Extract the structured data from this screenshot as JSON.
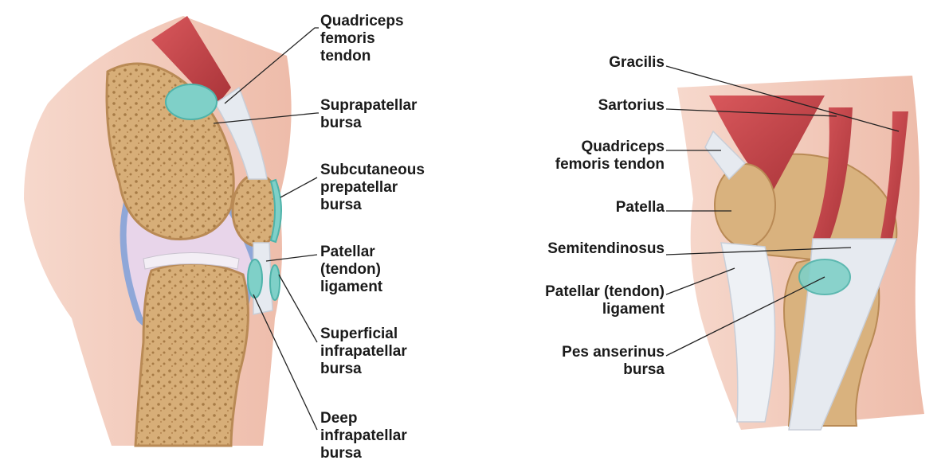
{
  "palette": {
    "bone": "#d9b27e",
    "bone_dark": "#b98a55",
    "bursa": "#7fd0c8",
    "muscle": "#c9464b",
    "tendon": "#e6eaf0",
    "skin": "#f2c9ba",
    "leader": "#222222"
  },
  "left_view": {
    "labels": [
      {
        "id": "quadriceps-femoris-tendon",
        "lines": [
          "Quadriceps",
          "femoris",
          "tendon"
        ]
      },
      {
        "id": "suprapatellar-bursa",
        "lines": [
          "Suprapatellar",
          "bursa"
        ]
      },
      {
        "id": "subcutaneous-prepatellar-bursa",
        "lines": [
          "Subcutaneous",
          "prepatellar",
          "bursa"
        ]
      },
      {
        "id": "patellar-tendon-ligament-left",
        "lines": [
          "Patellar",
          "(tendon)",
          "ligament"
        ]
      },
      {
        "id": "superficial-infrapatellar-bursa",
        "lines": [
          "Superficial",
          "infrapatellar",
          "bursa"
        ]
      },
      {
        "id": "deep-infrapatellar-bursa",
        "lines": [
          "Deep",
          "infrapatellar",
          "bursa"
        ]
      }
    ]
  },
  "right_view": {
    "labels": [
      {
        "id": "gracilis",
        "lines": [
          "Gracilis"
        ]
      },
      {
        "id": "sartorius",
        "lines": [
          "Sartorius"
        ]
      },
      {
        "id": "quadriceps-femoris-tendon-right",
        "lines": [
          "Quadriceps",
          "femoris tendon"
        ]
      },
      {
        "id": "patella",
        "lines": [
          "Patella"
        ]
      },
      {
        "id": "semitendinosus",
        "lines": [
          "Semitendinosus"
        ]
      },
      {
        "id": "patellar-tendon-ligament-right",
        "lines": [
          "Patellar (tendon)",
          "ligament"
        ]
      },
      {
        "id": "pes-anserinus-bursa",
        "lines": [
          "Pes anserinus",
          "bursa"
        ]
      }
    ]
  }
}
